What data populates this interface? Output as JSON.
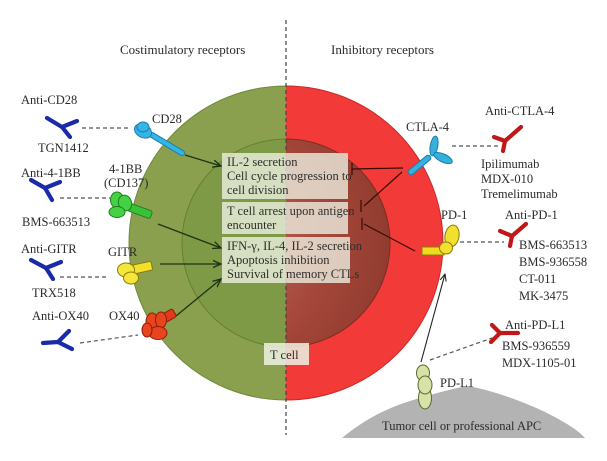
{
  "headers": {
    "left": "Costimulatory receptors",
    "right": "Inhibitory receptors"
  },
  "cell": {
    "label": "T cell",
    "colors": {
      "costim_outer": "#8aa04e",
      "costim_inner": "#7f9b48",
      "inhib_outer": "#f23a38",
      "inhib_inner": "#a94a3a"
    }
  },
  "outcomes": [
    {
      "lines": [
        "IL-2 secretion",
        "Cell cycle progression to",
        "cell division"
      ]
    },
    {
      "lines": [
        "T cell arrest upon antigen",
        "encounter"
      ]
    },
    {
      "lines": [
        "IFN-γ, IL-4, IL-2 secretion",
        "Apoptosis inhibition",
        "Survival of memory CTLs"
      ]
    }
  ],
  "costimulatory": [
    {
      "receptor": "CD28",
      "antibody": "Anti-CD28",
      "drugs": [
        "TGN1412"
      ],
      "color": "#2fa8dc"
    },
    {
      "receptor": "4-1BB",
      "receptor_sub": "(CD137)",
      "antibody": "Anti-4-1BB",
      "drugs": [
        "BMS-663513"
      ],
      "color": "#3cc43c"
    },
    {
      "receptor": "GITR",
      "antibody": "Anti-GITR",
      "drugs": [
        "TRX518"
      ],
      "color": "#f2e02a"
    },
    {
      "receptor": "OX40",
      "antibody": "Anti-OX40",
      "drugs": [],
      "color": "#e0361c"
    }
  ],
  "inhibitory": [
    {
      "receptor": "CTLA-4",
      "antibody": "Anti-CTLA-4",
      "drugs": [
        "Ipilimumab",
        "MDX-010",
        "Tremelimumab"
      ],
      "color": "#37b0dc"
    },
    {
      "receptor": "PD-1",
      "antibody": "Anti-PD-1",
      "drugs": [
        "BMS-663513",
        "BMS-936558",
        "CT-011",
        "MK-3475"
      ],
      "color": "#f0dc1e"
    },
    {
      "receptor": "PD-L1",
      "antibody": "Anti-PD-L1",
      "drugs": [
        "BMS-936559",
        "MDX-1105-01"
      ],
      "color": "#d6e2a8"
    }
  ],
  "apc": {
    "label": "Tumor cell or professional APC",
    "color": "#b3b3b3"
  },
  "antibody_colors": {
    "agonist": "#1a2aa8",
    "blocking": "#c01818"
  }
}
